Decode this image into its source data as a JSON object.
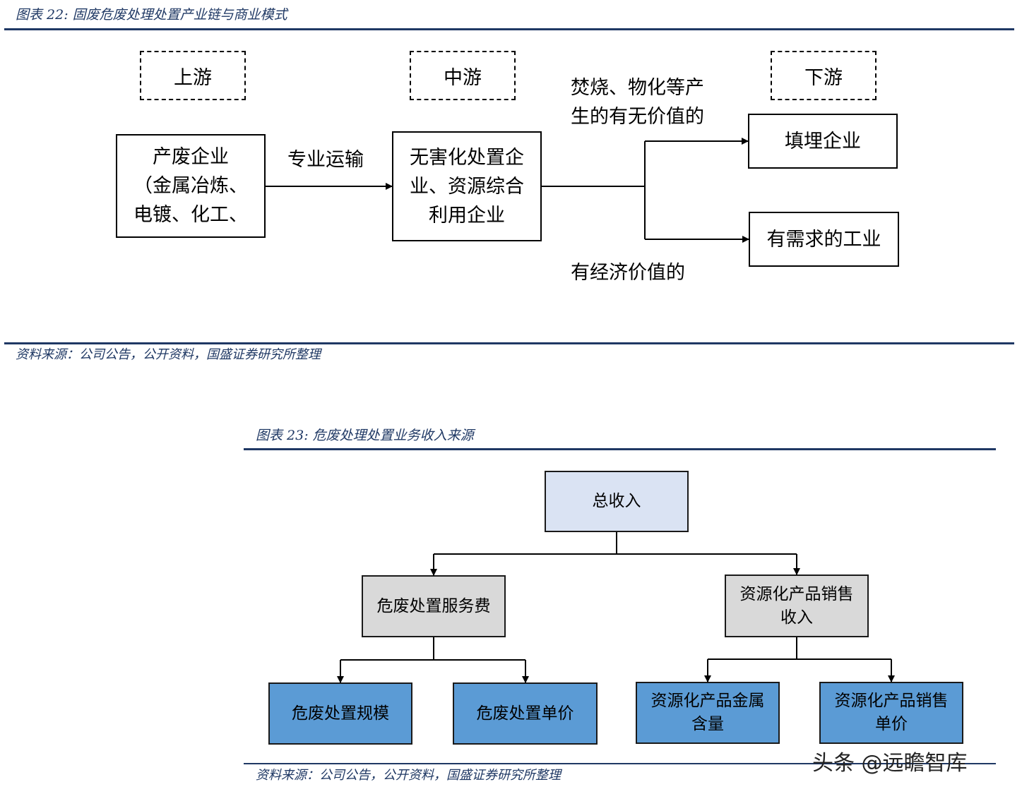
{
  "figure22": {
    "caption": "图表 22:  固废危废处理处置产业链与商业模式",
    "stages": {
      "upstream": "上游",
      "midstream": "中游",
      "downstream": "下游"
    },
    "boxes": {
      "producer": [
        "产废企业",
        "（金属冶炼、",
        "电镀、化工、"
      ],
      "processor": [
        "无害化处置企",
        "业、资源综合",
        "利用企业"
      ],
      "landfill": "填埋企业",
      "industry": "有需求的工业"
    },
    "labels": {
      "transport": "专业运输",
      "incineration": [
        "焚烧、物化等产",
        "生的有无价值的"
      ],
      "economic": "有经济价值的"
    },
    "source": "资料来源：公司公告，公开资料，国盛证券研究所整理"
  },
  "figure23": {
    "caption": "图表 23:  危废处理处置业务收入来源",
    "nodes": {
      "total": "总收入",
      "service_fee": "危废处置服务费",
      "resource_sales": [
        "资源化产品销售",
        "收入"
      ],
      "scale": "危废处置规模",
      "unit_price": "危废处置单价",
      "metal_content": [
        "资源化产品金属",
        "含量"
      ],
      "sales_price": [
        "资源化产品销售",
        "单价"
      ]
    },
    "source": "资料来源：公司公告，公开资料，国盛证券研究所整理"
  },
  "watermark": "头条 @远瞻智库"
}
